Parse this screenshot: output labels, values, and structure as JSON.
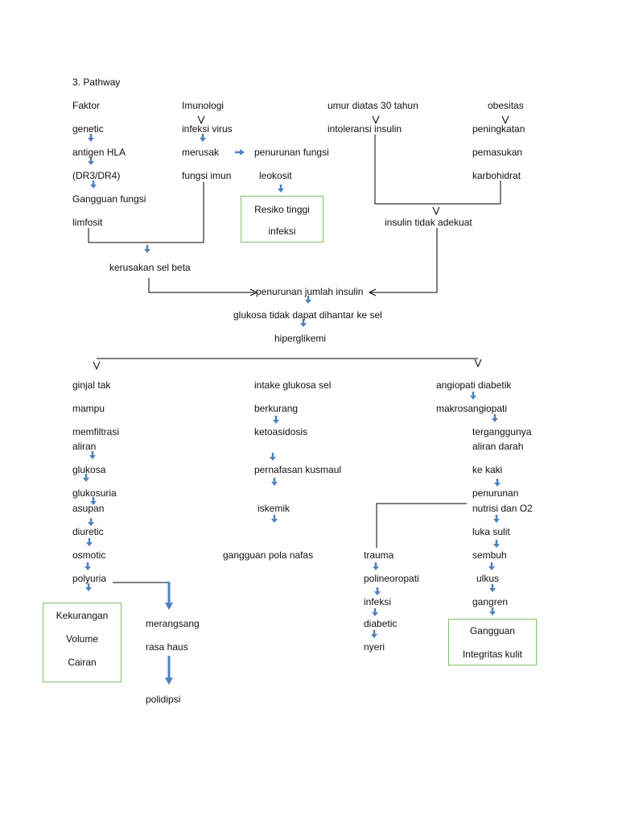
{
  "heading": "3. Pathway",
  "col1": {
    "faktor": "Faktor",
    "genetic": "genetic",
    "antigen": "antigen HLA",
    "dr": "(DR3/DR4)",
    "gangguan_fungsi": "Gangguan fungsi",
    "limfosit": "limfosit"
  },
  "col2": {
    "imunologi": "Imunologi",
    "infeksi_virus": "infeksi virus",
    "merusak": "merusak",
    "fungsi_imun": "fungsi imun"
  },
  "col3": {
    "penurunan_fungsi": "penurunan fungsi",
    "leokosit": "leokosit",
    "resiko_line1": "Resiko tinggi",
    "resiko_line2": "infeksi"
  },
  "col4": {
    "umur": "umur diatas 30 tahun",
    "intoleransi": "intoleransi insulin"
  },
  "col5": {
    "obesitas": "obesitas",
    "peningkatan": "peningkatan",
    "pemasukan": "pemasukan",
    "karbohidrat": "karbohidrat"
  },
  "center": {
    "insulin_tidak_adekuat": "insulin tidak adekuat",
    "kerusakan_sel_beta": "kerusakan sel beta",
    "penurunan_jumlah_insulin": "penurunan jumlah insulin",
    "glukosa_tidak_dapat": "glukosa tidak dapat dihantar ke sel",
    "hiperglikemi": "hiperglikemi"
  },
  "left_branch": {
    "ginjal_tak": "ginjal tak",
    "mampu": "mampu",
    "memfiltrasi": "memfiltrasi",
    "aliran": "aliran",
    "glukosa": "glukosa",
    "glukosuria": "glukosuria",
    "asupan": "asupan",
    "diuretic": "diuretic",
    "osmotic": "osmotic",
    "polyuria": "polyuria",
    "merangsang": "merangsang",
    "rasa_haus": "rasa haus",
    "polidipsi": "polidipsi",
    "box_line1": "Kekurangan",
    "box_line2": "Volume",
    "box_line3": "Cairan"
  },
  "mid_branch": {
    "intake": "intake glukosa sel",
    "berkurang": "berkurang",
    "ketoasidosis": "ketoasidosis",
    "pernafasan": "pernafasan kusmaul",
    "iskemik": "iskemik",
    "gangguan_pola": "gangguan pola nafas"
  },
  "right_branch": {
    "angiopati": "angiopati diabetik",
    "makrosangiopati": "makrosangiopati",
    "terganggunya": "terganggunya",
    "aliran_darah": "aliran darah",
    "ke_kaki": "ke kaki",
    "penurunan": "penurunan",
    "nutrisi": "nutrisi dan O2",
    "luka_sulit": "luka sulit",
    "sembuh": "sembuh",
    "ulkus": "ulkus",
    "gangren": "gangren",
    "trauma": "trauma",
    "polineoropati": "polineoropati",
    "infeksi": "infeksi",
    "diabetic": "diabetic",
    "nyeri": "nyeri",
    "box_line1": "Gangguan",
    "box_line2": "Integritas kulit"
  },
  "colors": {
    "arrow": "#4f81bd",
    "box_border": "#7fbf6a",
    "line": "#000000"
  }
}
